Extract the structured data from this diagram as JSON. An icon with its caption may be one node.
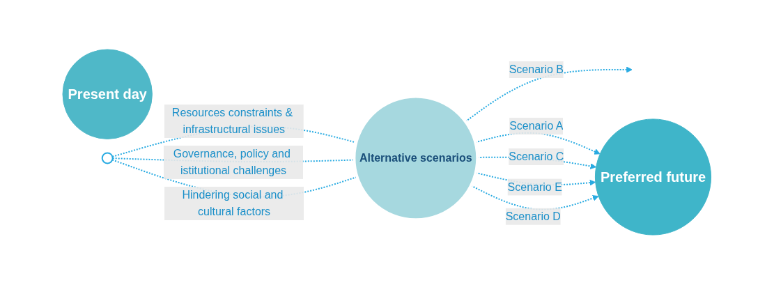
{
  "diagram": {
    "nodes": [
      {
        "text": [
          "Present day"
        ]
      },
      {
        "text": [],
        "shape": "circle"
      },
      {
        "text": [
          "Alternative scenarios"
        ]
      },
      {
        "text": [
          "Preferred future"
        ]
      }
    ],
    "edges": [
      {
        "from": 1,
        "to": 2,
        "arrow": "none",
        "style": "dashed",
        "label": "Resources constraints & infrastructural issues"
      },
      {
        "from": 1,
        "to": 2,
        "arrow": "none",
        "style": "dashed",
        "label": "Governance, policy and istitutional challenges"
      },
      {
        "from": 1,
        "to": 2,
        "arrow": "none",
        "style": "dashed",
        "label": "Hindering social and cultural factors"
      },
      {
        "from": 2,
        "to": null,
        "arrow": "to",
        "style": "dashed",
        "label": "Scenario B"
      },
      {
        "from": 2,
        "to": 3,
        "arrow": "to",
        "style": "dashed",
        "label": "Scenario A"
      },
      {
        "from": 2,
        "to": 3,
        "arrow": "to",
        "style": "dashed",
        "label": "Scenario C"
      },
      {
        "from": 2,
        "to": 3,
        "arrow": "to",
        "style": "dashed",
        "label": "Scenario E"
      },
      {
        "from": 2,
        "to": 3,
        "arrow": "to",
        "style": "dashed",
        "label": "Scenario D"
      }
    ]
  }
}
